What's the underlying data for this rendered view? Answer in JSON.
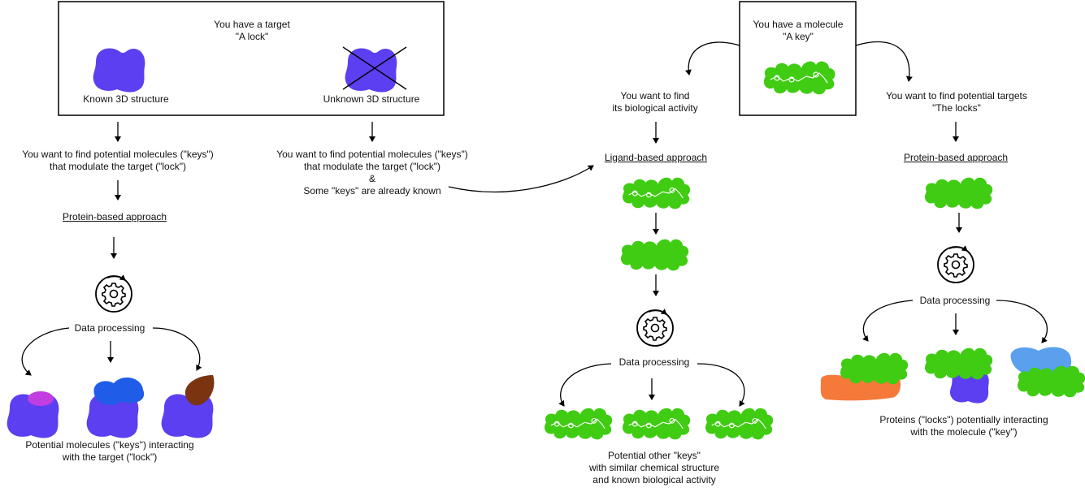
{
  "left_box": {
    "title_line1": "You have a target",
    "title_line2": "\"A lock\"",
    "known_label": "Known 3D structure",
    "unknown_label": "Unknown 3D structure"
  },
  "branch_known": {
    "question_line1": "You want to find potential molecules (\"keys\")",
    "question_line2": "that modulate the target (\"lock\")",
    "approach": "Protein-based approach",
    "processing": "Data processing",
    "result_line1": "Potential molecules (\"keys\") interacting",
    "result_line2": "with the target (\"lock\")"
  },
  "branch_unknown": {
    "question_line1": "You want to find potential molecules (\"keys\")",
    "question_line2": "that modulate the target (\"lock\")",
    "question_line3": "&",
    "question_line4": "Some \"keys\" are already known"
  },
  "right_box": {
    "title_line1": "You have a molecule",
    "title_line2": "\"A key\""
  },
  "branch_activity": {
    "question_line1": "You want to find",
    "question_line2": "its biological activity",
    "approach": "Ligand-based approach",
    "processing": "Data processing",
    "result_line1": "Potential other \"keys\"",
    "result_line2": "with similar chemical structure",
    "result_line3": "and known biological activity"
  },
  "branch_targets": {
    "question_line1": "You want to find potential targets",
    "question_line2": "\"The locks\"",
    "approach": "Protein-based approach",
    "processing": "Data processing",
    "result_line1": "Proteins (\"locks\") potentially interacting",
    "result_line2": "with the molecule (\"key\")"
  },
  "colors": {
    "lock": "#5b3ff0",
    "lock_blue": "#1f5ce8",
    "lock_lightblue": "#5aa0ec",
    "key_green": "#3fcc12",
    "key_magenta": "#c13ee0",
    "key_brown": "#7a3410",
    "lock_orange": "#f57a3a"
  },
  "icons": [
    "gear-icon",
    "arrow-icon",
    "lock-shape",
    "key-molecule-shape"
  ]
}
